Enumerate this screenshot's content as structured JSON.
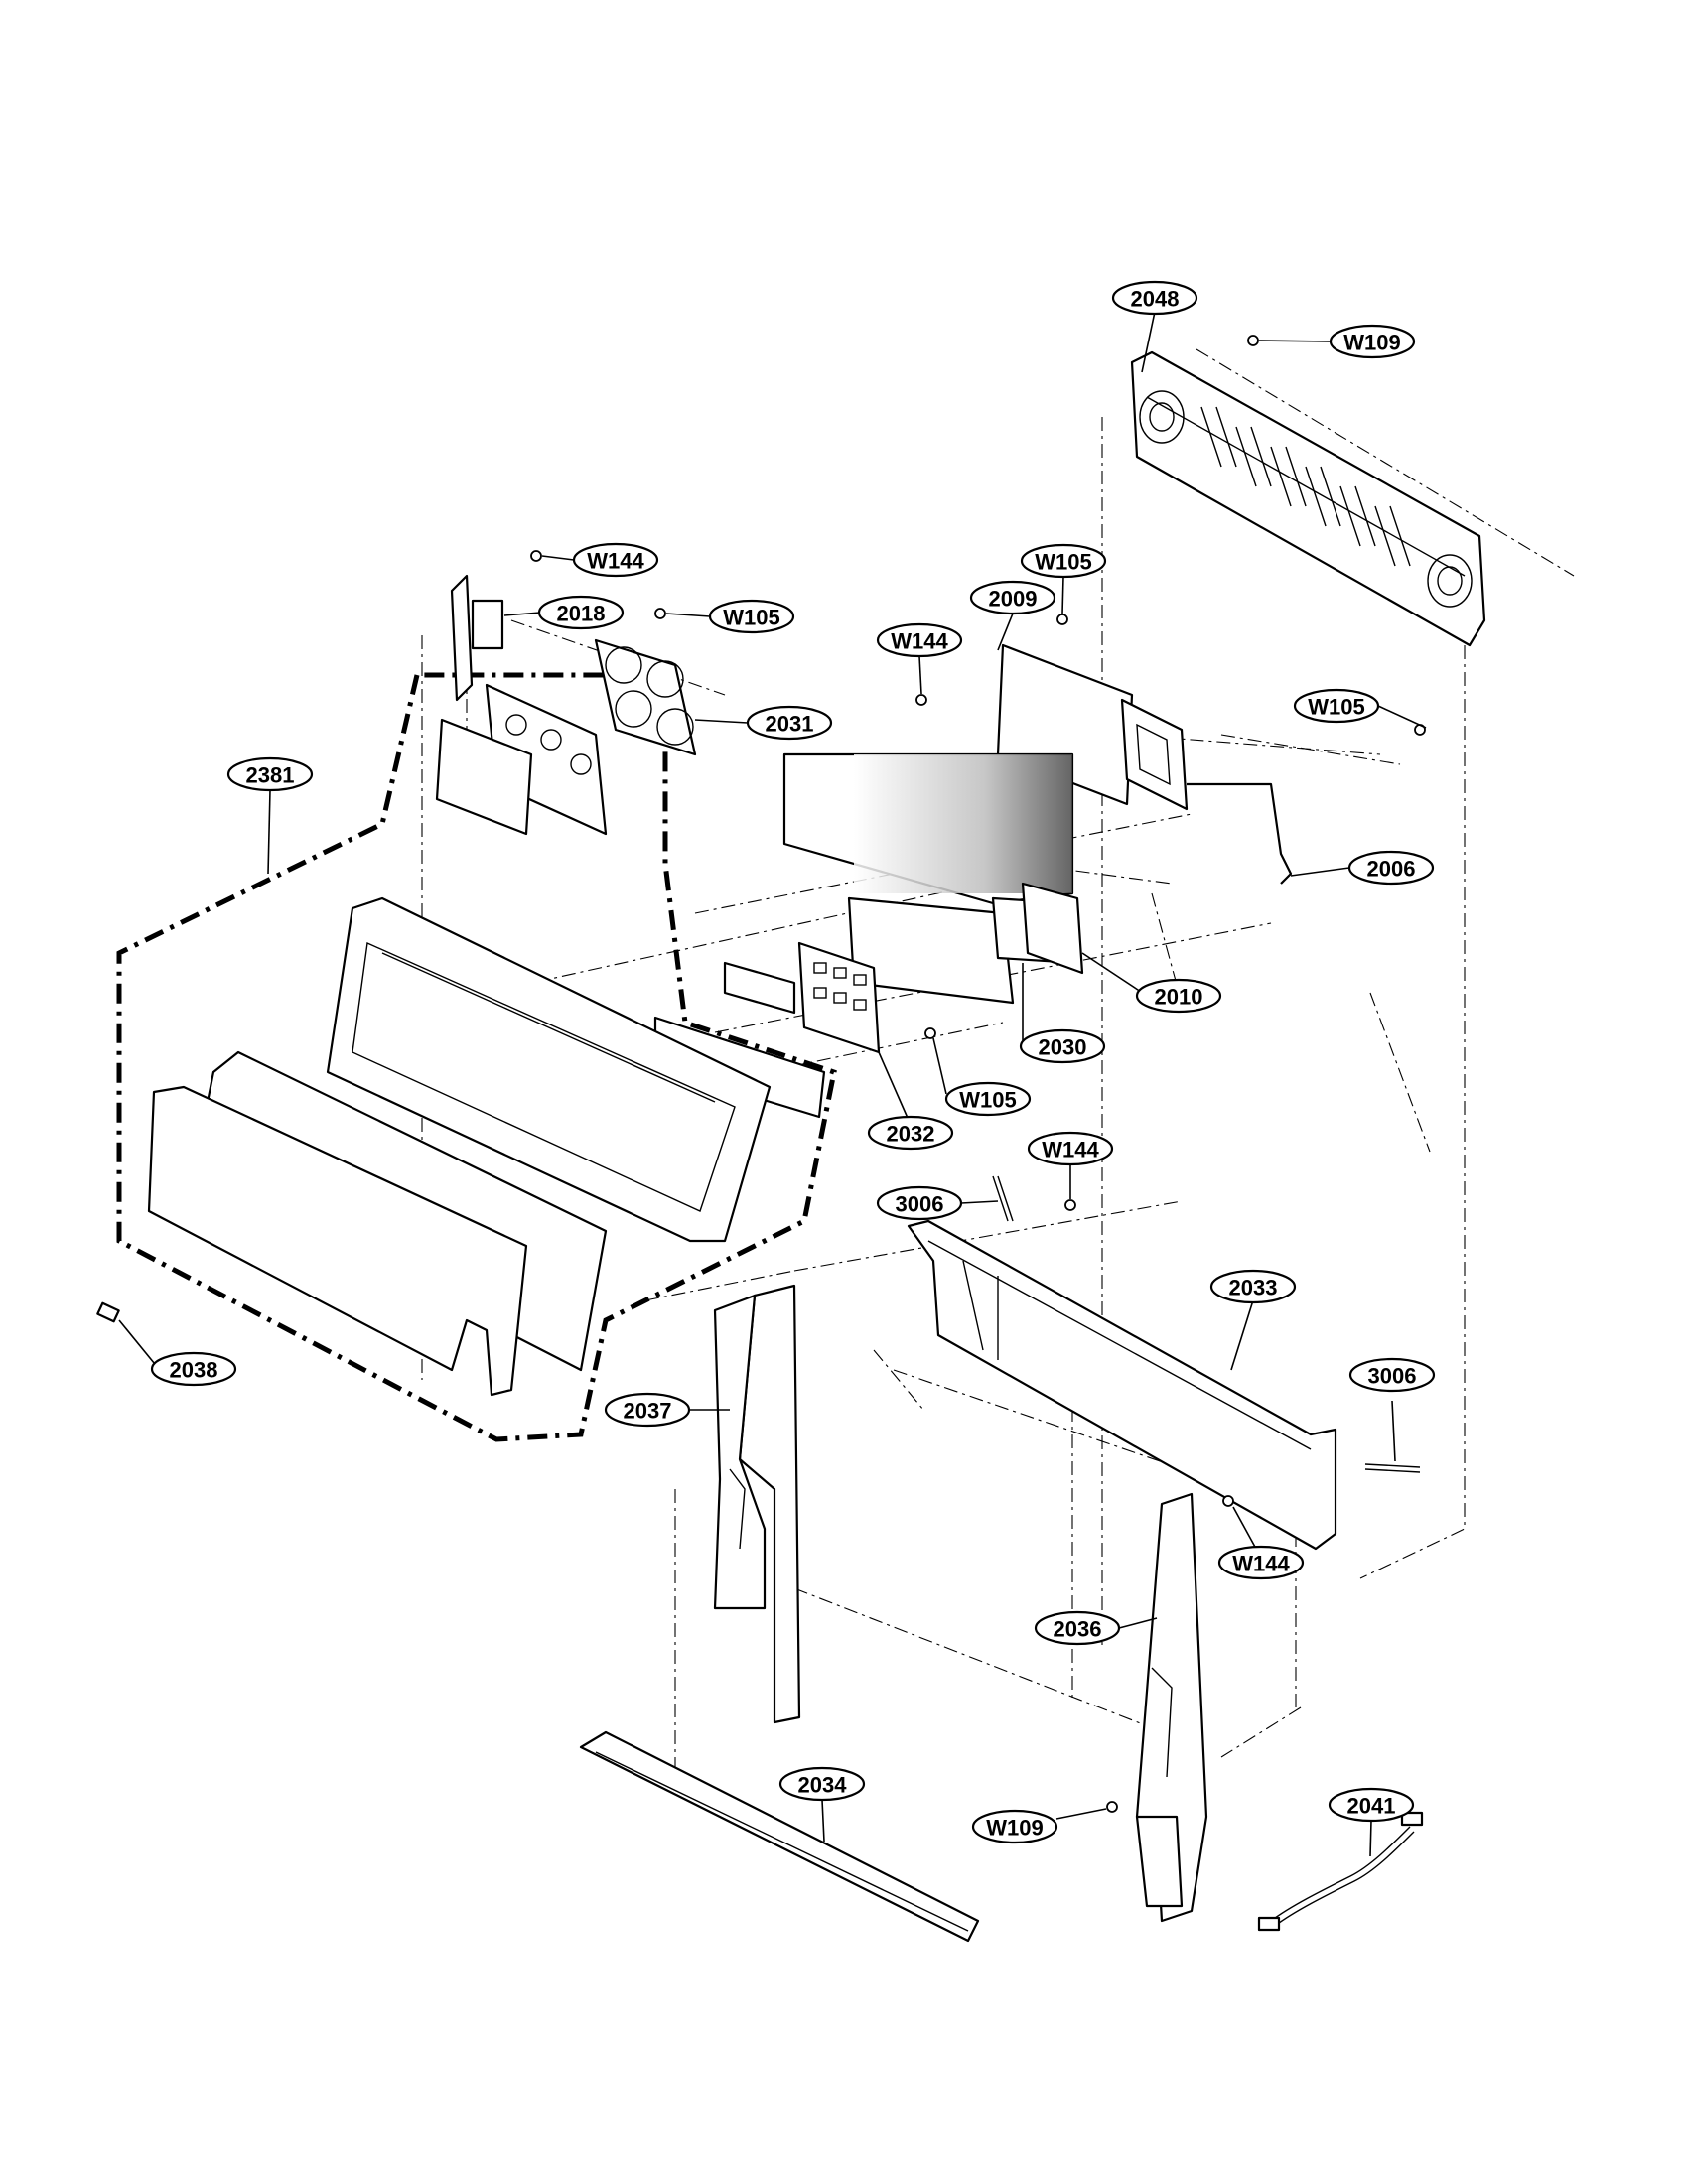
{
  "diagram": {
    "part_labels": [
      {
        "id": "2048",
        "text": "2048"
      },
      {
        "id": "W109a",
        "text": "W109"
      },
      {
        "id": "W144a",
        "text": "W144"
      },
      {
        "id": "2018",
        "text": "2018"
      },
      {
        "id": "W105a",
        "text": "W105"
      },
      {
        "id": "W105b",
        "text": "W105"
      },
      {
        "id": "2009",
        "text": "2009"
      },
      {
        "id": "W144b",
        "text": "W144"
      },
      {
        "id": "2031",
        "text": "2031"
      },
      {
        "id": "W105c",
        "text": "W105"
      },
      {
        "id": "2381",
        "text": "2381"
      },
      {
        "id": "2006",
        "text": "2006"
      },
      {
        "id": "2010",
        "text": "2010"
      },
      {
        "id": "2030",
        "text": "2030"
      },
      {
        "id": "W105d",
        "text": "W105"
      },
      {
        "id": "2032",
        "text": "2032"
      },
      {
        "id": "W144c",
        "text": "W144"
      },
      {
        "id": "3006a",
        "text": "3006"
      },
      {
        "id": "2033",
        "text": "2033"
      },
      {
        "id": "3006b",
        "text": "3006"
      },
      {
        "id": "2038",
        "text": "2038"
      },
      {
        "id": "2037",
        "text": "2037"
      },
      {
        "id": "W144d",
        "text": "W144"
      },
      {
        "id": "2036",
        "text": "2036"
      },
      {
        "id": "2034",
        "text": "2034"
      },
      {
        "id": "2041",
        "text": "2041"
      },
      {
        "id": "W109b",
        "text": "W109"
      }
    ]
  }
}
